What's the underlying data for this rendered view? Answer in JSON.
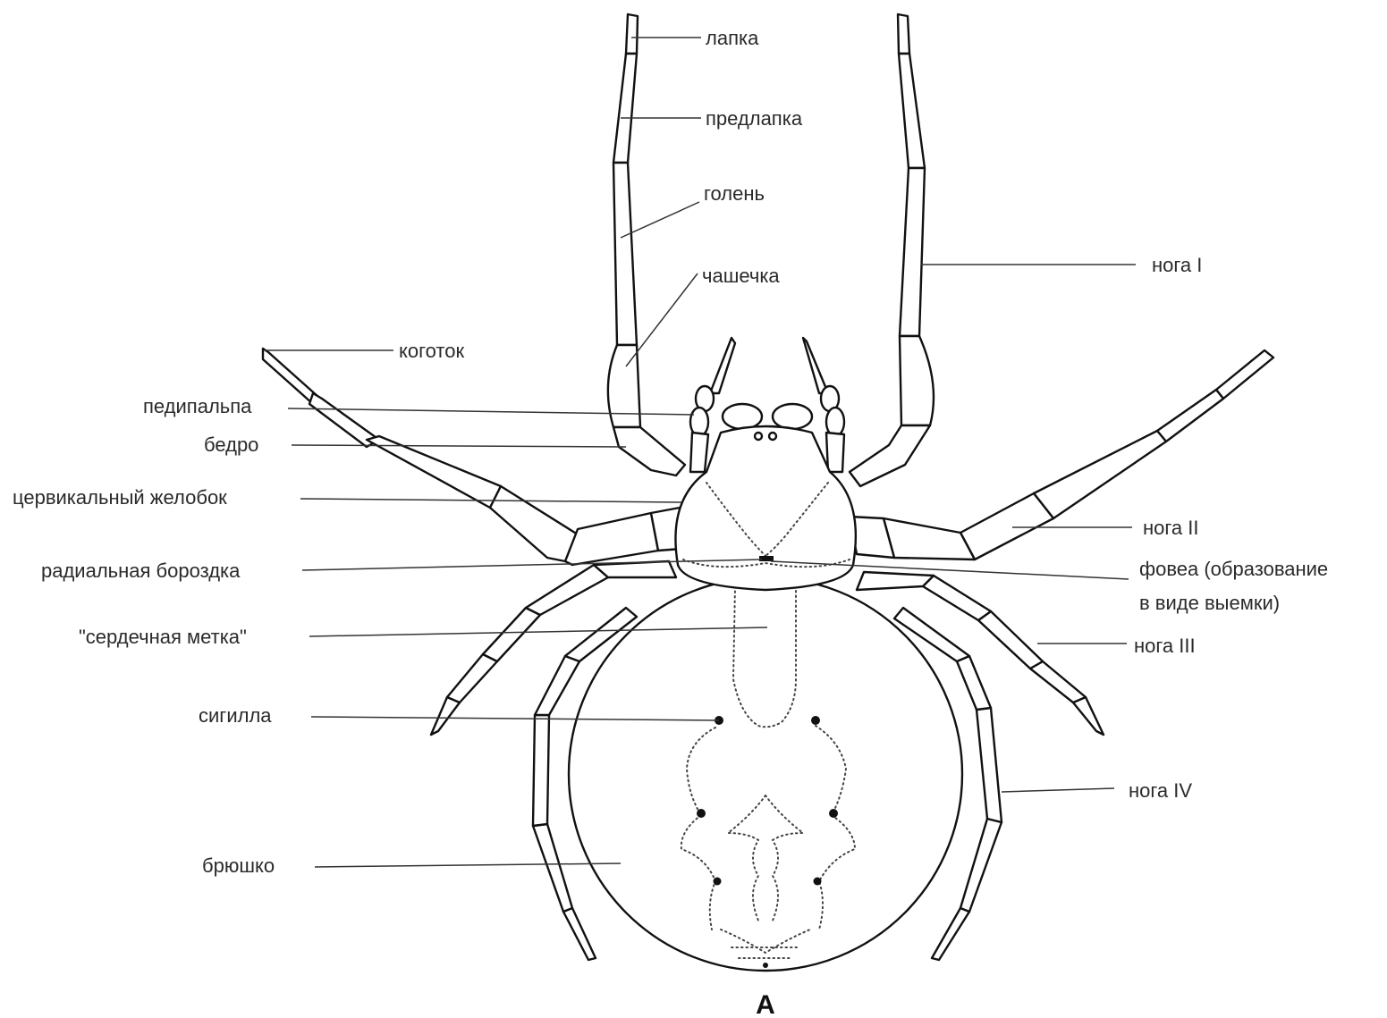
{
  "labels": {
    "tarsus": "лапка",
    "metatarsus": "предлапка",
    "tibia": "голень",
    "patella": "чашечка",
    "claw": "коготок",
    "pedipalp": "педипальпа",
    "femur": "бедро",
    "cervical_groove": "цервикальный желобок",
    "radial_furrow": "радиальная бороздка",
    "heart_mark": "\"сердечная метка\"",
    "sigilla": "сигилла",
    "abdomen": "брюшко",
    "leg_1": "нога I",
    "leg_2": "нога II",
    "fovea_line1": "фовеа (образование",
    "fovea_line2": "в виде выемки)",
    "leg_3": "нога III",
    "leg_4": "нога IV"
  },
  "caption": "А"
}
